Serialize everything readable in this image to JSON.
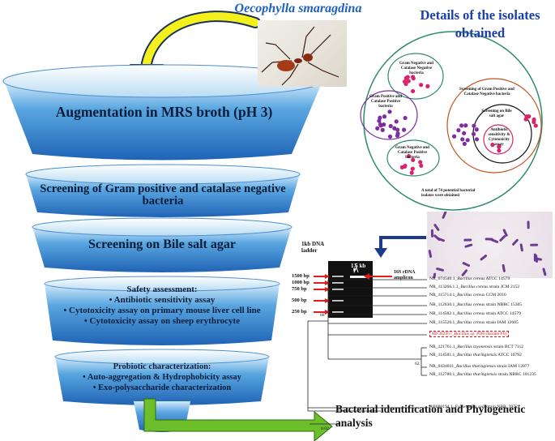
{
  "header": {
    "species": "Oecophylla smaragdina",
    "details_title": "Details of the isolates obtained"
  },
  "funnel": {
    "stage1": "Augmentation in MRS broth (pH 3)",
    "stage2": "Screening of Gram positive and catalase negative bacteria",
    "stage3": "Screening on Bile salt agar",
    "stage4_title": "Safety assessment:",
    "stage4_items": [
      "Antibiotic sensitivity assay",
      "Cytotoxicity assay on primary mouse liver cell line",
      "Cytotoxicity assay on sheep erythrocyte"
    ],
    "stage5_title": "Probiotic characterization:",
    "stage5_items": [
      "Auto-aggregation & Hydrophobicity assay",
      "Exo-polysaccharide characterization"
    ],
    "output": "Bacterial identification and Phylogenetic analysis"
  },
  "isolates": {
    "gneg_catneg": "Gram Negative and Catalase Negative bacteria",
    "gpos_catpos": "Gram Positive and Catalase Positive bacteria",
    "screening_gpos": "Screening of Gram Positive and Catalase Negative bacteria",
    "bile": "Screening on Bile salt agar",
    "antibiotic": "Antibiotic sensitivity & Cytotoxicity assay",
    "gneg_catpos": "Gram Negative and Catalase Positive bacteria",
    "total": "A total of 74 potential bacterial isolates were obtained",
    "colors": {
      "circle": "#2b8a6e",
      "purple": "#7b2fa0",
      "magenta": "#d6246e",
      "orange": "#c2551e"
    }
  },
  "gel": {
    "ladder_label": "1kb DNA ladder",
    "band_label": "1.5 kb",
    "amplicon_label": "16S rDNA amplicon",
    "markers": [
      "1500 bp",
      "1000 bp",
      "750 bp",
      "500 bp",
      "250 bp"
    ]
  },
  "tree": {
    "entries": [
      {
        "acc": "NR_074540.1_",
        "sp": "Bacillus cereus",
        "rest": " ATCC 14579"
      },
      {
        "acc": "NR_113266.1.1_",
        "sp": "Bacillus cereus",
        "rest": " strain JCM 2152"
      },
      {
        "acc": "NR_115714.1_",
        "sp": "Bacillus cereus",
        "rest": " CCM 2010"
      },
      {
        "acc": "NR_112630.1_",
        "sp": "Bacillus cereus",
        "rest": " strain NBRC 15305"
      },
      {
        "acc": "NR_114582.1_",
        "sp": "Bacillus cereus",
        "rest": " strain ATCC 14579"
      },
      {
        "acc": "NR_115526.1_",
        "sp": "Bacillus cereus",
        "rest": " strain IAM 12605"
      },
      {
        "acc": "MF362957_",
        "sp": "Bacillus sp.",
        "rest": " PD6 (Isolate F6)"
      },
      {
        "acc": "NR_121761.1_",
        "sp": "Bacillus toyonensis",
        "rest": " strain BCT 7112"
      },
      {
        "acc": "NR_114581.1_",
        "sp": "Bacillus thuringiensis",
        "rest": " ATCC 10792"
      },
      {
        "acc": "NR_0434031_",
        "sp": "Bacillus thuringiensis",
        "rest": " strain IAM 12077"
      },
      {
        "acc": "NR_112780.1_",
        "sp": "Bacillus thuringiensis",
        "rest": " strain NBRC 101235"
      },
      {
        "acc": "AB680194.1_",
        "sp": "Escherichia coli",
        "rest": " strain NBR_3972"
      }
    ],
    "bootstrap_a": "88",
    "bootstrap_b": "62",
    "scale": "0.02"
  },
  "colors": {
    "funnel_light": "#b9dcf3",
    "funnel_dark": "#1f63b5",
    "arrow_green": "#6cbf2a",
    "arrow_yellow": "#f3f01c",
    "arrow_navy": "#1d3b8a",
    "marker_red": "#e21b1b"
  }
}
